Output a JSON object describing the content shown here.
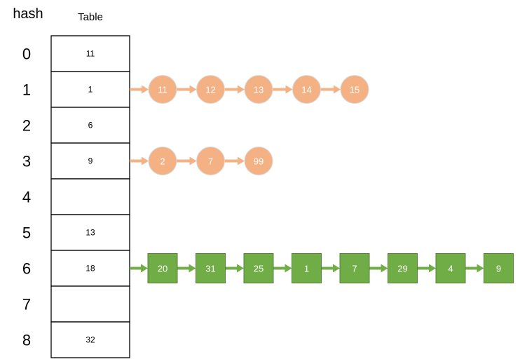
{
  "headers": {
    "hash": "hash",
    "table": "Table"
  },
  "rows": [
    {
      "index": "0",
      "value": "11"
    },
    {
      "index": "1",
      "value": "1"
    },
    {
      "index": "2",
      "value": "6"
    },
    {
      "index": "3",
      "value": "9"
    },
    {
      "index": "4",
      "value": ""
    },
    {
      "index": "5",
      "value": "13"
    },
    {
      "index": "6",
      "value": "18"
    },
    {
      "index": "7",
      "value": ""
    },
    {
      "index": "8",
      "value": "32"
    }
  ],
  "chains": [
    {
      "row": 1,
      "shape": "circle",
      "color": "#f4b183",
      "arrow_color": "#f4b183",
      "nodes": [
        "11",
        "12",
        "13",
        "14",
        "15"
      ]
    },
    {
      "row": 3,
      "shape": "circle",
      "color": "#f4b183",
      "arrow_color": "#f4b183",
      "nodes": [
        "2",
        "7",
        "99"
      ]
    },
    {
      "row": 6,
      "shape": "square",
      "color": "#70ad47",
      "arrow_color": "#70ad47",
      "nodes": [
        "20",
        "31",
        "25",
        "1",
        "7",
        "29",
        "4",
        "9"
      ]
    }
  ]
}
